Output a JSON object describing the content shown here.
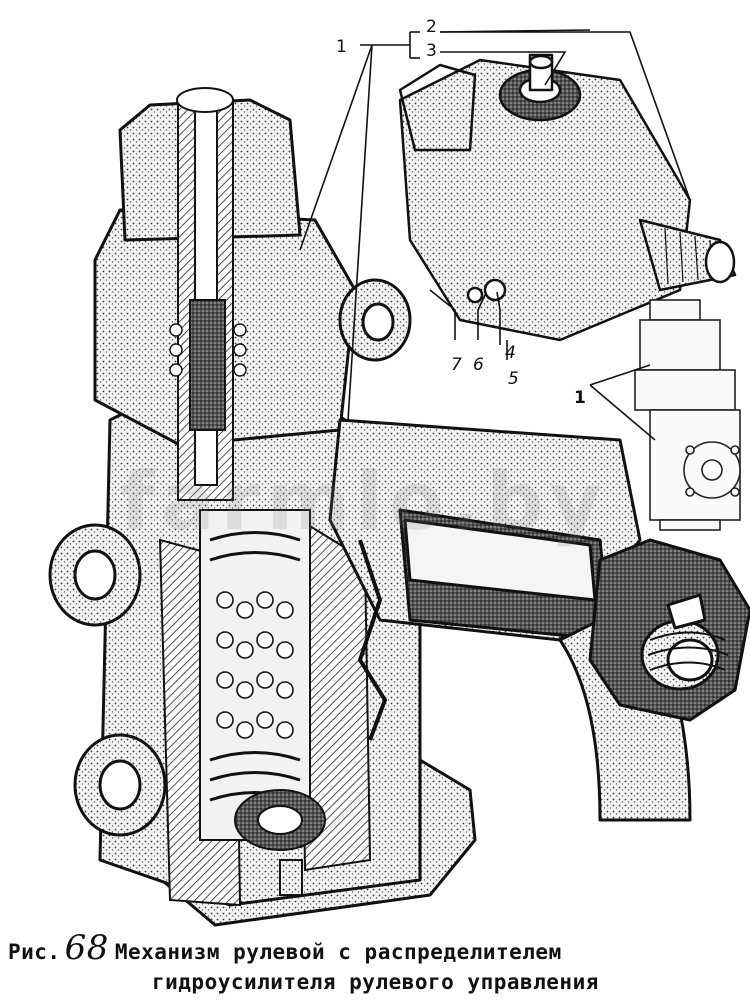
{
  "figure": {
    "callouts": {
      "c1_main": "1",
      "c2": "2",
      "c3": "3",
      "c7": "7",
      "c6": "6",
      "c4": "4",
      "c5": "5",
      "c1_inset": "1"
    }
  },
  "caption": {
    "prefix": "Рис.",
    "number": "68",
    "line1": "Механизм рулевой с распределителем",
    "line2": "гидроусилителя рулевого управления"
  },
  "watermark": "farmlo.by"
}
